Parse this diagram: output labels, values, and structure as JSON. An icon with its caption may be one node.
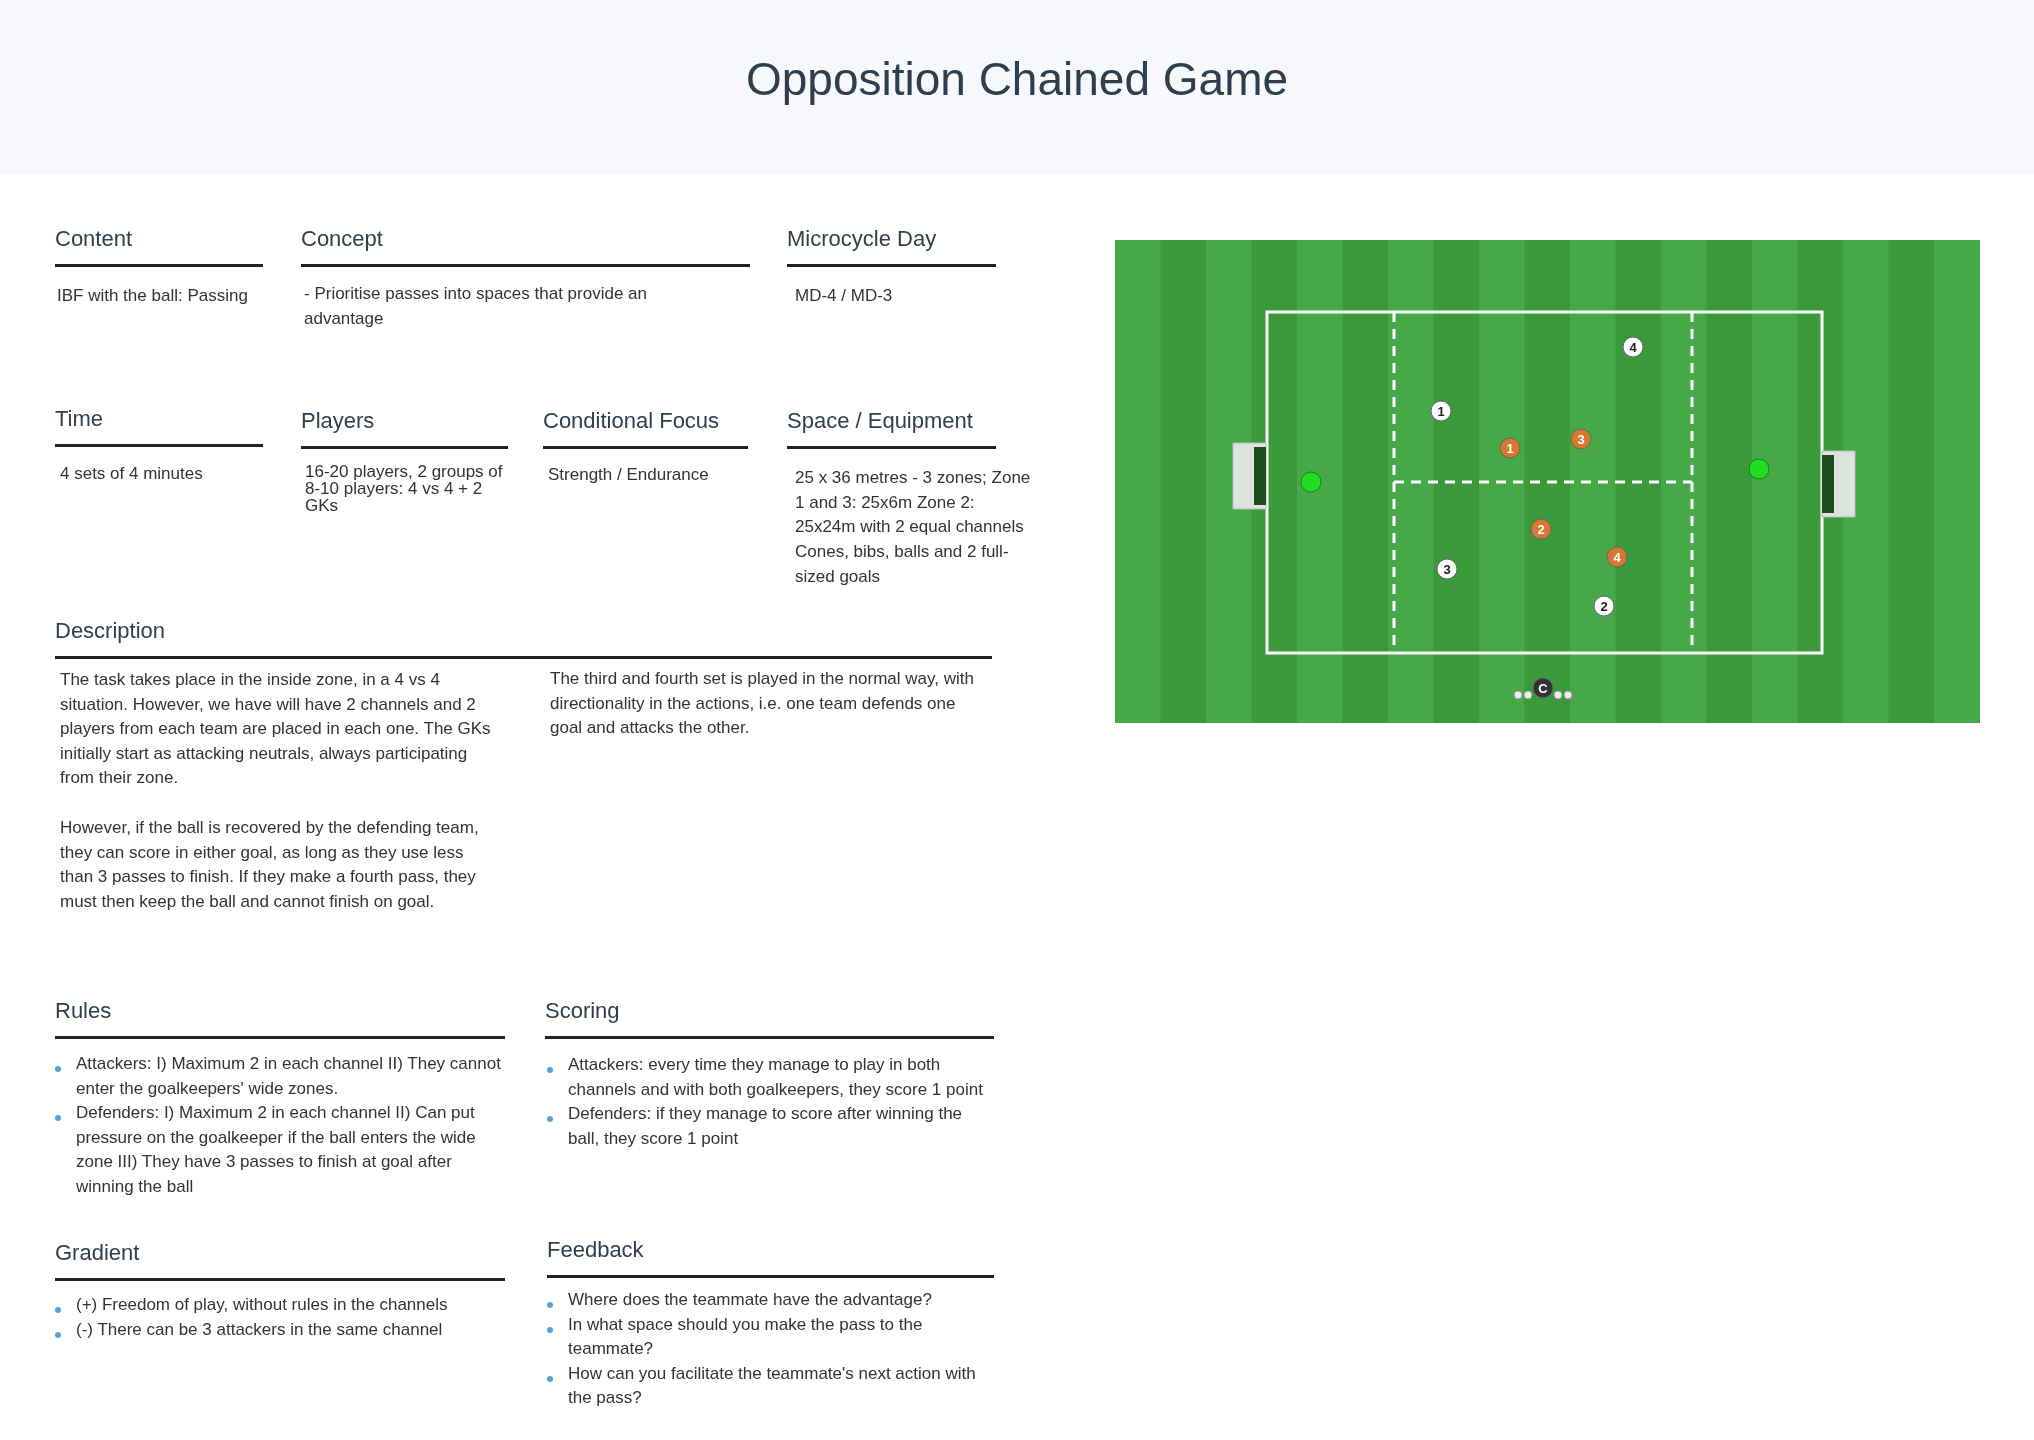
{
  "diagram": {
    "title": "Opposition Chained Game",
    "labels": [
      "Content",
      "Concept",
      "Microcycle Day",
      "IBF with the ball: Passing",
      "- Prioritise passes into spaces that provide an advantage",
      "MD-4 / MD-3",
      "Time",
      "Players",
      "Conditional Focus",
      "Space / Equipment",
      "4 sets of 4 minutes",
      "16-20 players, 2 groups of 8-10 players: 4 vs 4 + 2 GKs",
      "Strength / Endurance",
      "25 x 36 metres - 3 zones; Zone 1 and 3: 25x6m Zone 2: 25x24m with 2 equal channels",
      "Cones, bibs, balls and 2 full-sized goals",
      "Description",
      "The task takes place in the inside zone, in a 4 vs 4 situation. However, we have will have 2 channels and 2 players from each team are placed in each one. The GKs initially start as attacking neutrals, always participating from their zone.",
      "However, if the ball is recovered by the defending team, they can score in either goal, as long as they use less than 3 passes to finish. If they make a fourth pass, they must then keep the ball and cannot finish on goal.",
      "The third and fourth set is played in the normal way, with directionality in the actions, i.e. one team defends one goal and attacks the other.",
      "Rules",
      "Scoring",
      "Attackers: I) Maximum 2 in each channel II) They cannot enter the goalkeepers' wide zones.",
      "Defenders: I) Maximum 2 in each channel II) Can put pressure on the goalkeeper if the ball enters the wide zone III) They have 3 passes to finish at goal after winning the ball",
      "Attackers: every time they manage to play in both channels and with both goalkeepers, they score 1 point",
      "Defenders: if they manage to score after winning the ball, they score 1 point",
      "Gradient",
      "Feedback",
      "(+) Freedom of play, without rules in the channels",
      "(-) There can be 3 attackers in the same channel",
      "Where does the teammate have the advantage?",
      "In what space should you make the pass to the teammate?",
      "How can you facilitate the teammate's next action with the pass?",
      "4",
      "1",
      "1",
      "3",
      "2",
      "4",
      "3",
      "2",
      "C"
    ]
  }
}
